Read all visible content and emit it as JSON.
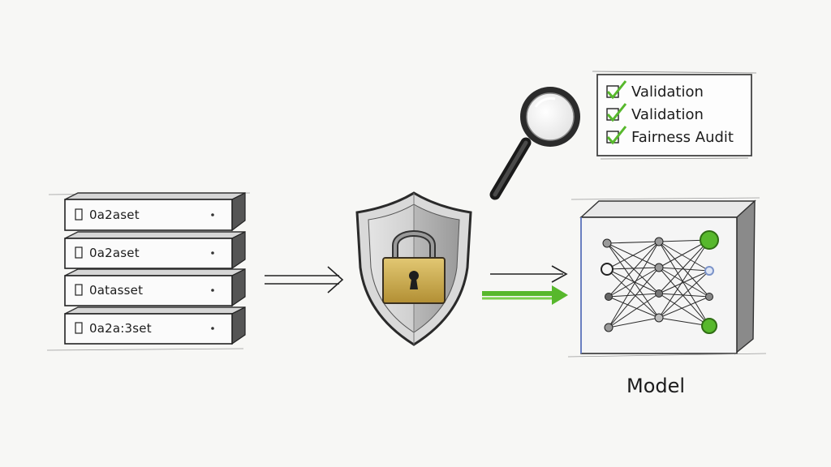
{
  "datasets": [
    {
      "label": "0a2aset"
    },
    {
      "label": "0a2aset"
    },
    {
      "label": "0atasset"
    },
    {
      "label": "0a2a:3set"
    }
  ],
  "checklist": [
    {
      "label": "Validation",
      "checked": true
    },
    {
      "label": "Validation",
      "checked": true
    },
    {
      "label": "Fairness Audit",
      "checked": true
    }
  ],
  "model": {
    "label": "Model"
  },
  "icons": {
    "magnifier": "magnifying-glass-icon",
    "shield": "shield-icon",
    "lock": "padlock-icon"
  },
  "colors": {
    "accent_green": "#57b82c",
    "lock_gold": "#c9a84a",
    "ink": "#2a2a2a",
    "node_highlight_blue": "#7b93c9"
  }
}
